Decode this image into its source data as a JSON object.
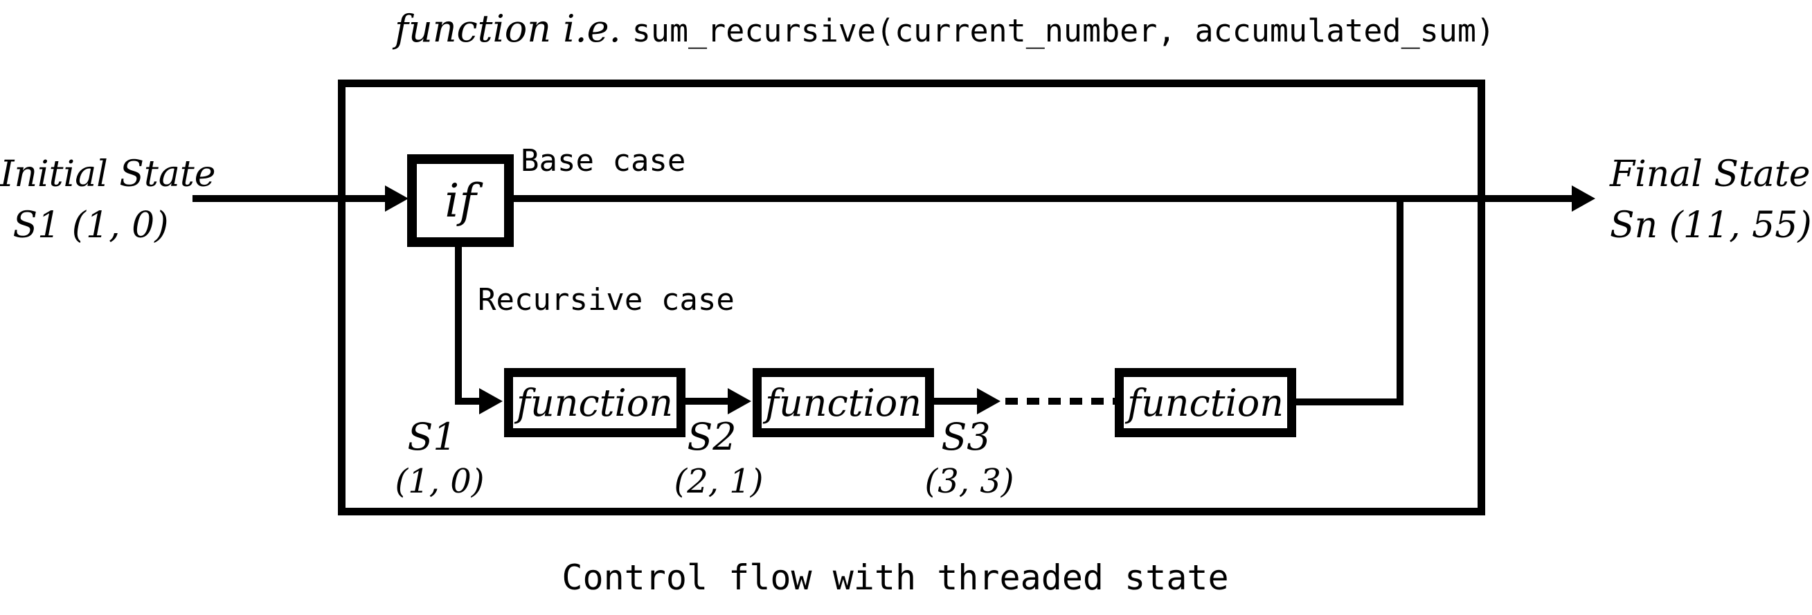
{
  "title": {
    "prefix": "function i.e.",
    "code": "sum_recursive(current_number, accumulated_sum)"
  },
  "initial_state": {
    "line1": "Initial State",
    "line2": "S1 (1, 0)"
  },
  "final_state": {
    "line1": "Final State",
    "line2": "Sn (11, 55)"
  },
  "branch": {
    "if_label": "if",
    "base_case_label": "Base case",
    "recursive_case_label": "Recursive case"
  },
  "calls": [
    {
      "label": "function",
      "state": "S1",
      "state_value": "(1, 0)"
    },
    {
      "label": "function",
      "state": "S2",
      "state_value": "(2, 1)"
    },
    {
      "label": "function",
      "state": "S3",
      "state_value": "(3, 3)"
    }
  ],
  "caption": "Control flow with threaded state",
  "colors": {
    "ink": "#000000",
    "background": "#ffffff"
  }
}
